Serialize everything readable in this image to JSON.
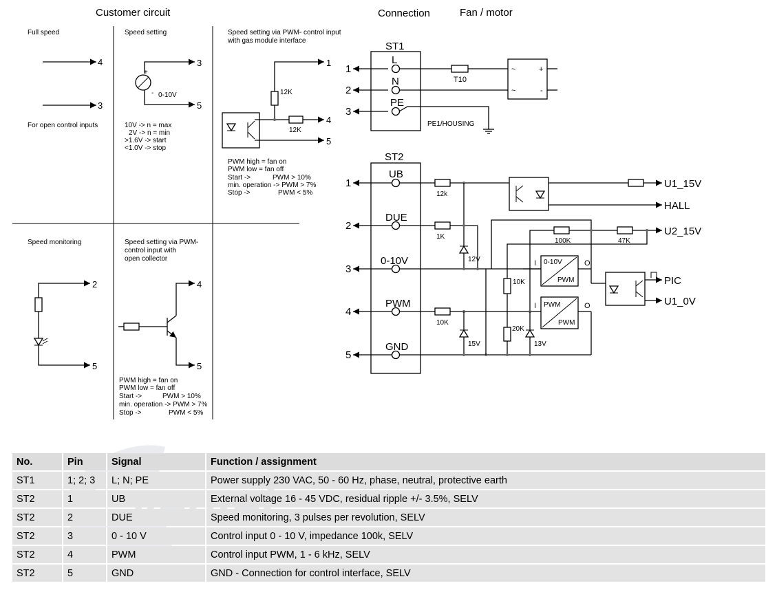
{
  "headings": {
    "customer_circuit": "Customer circuit",
    "connection": "Connection",
    "fan_motor": "Fan / motor"
  },
  "customer": {
    "full_speed": {
      "title": "Full speed",
      "note": "For open control inputs",
      "pins": [
        "4",
        "3"
      ]
    },
    "speed_setting": {
      "title": "Speed setting",
      "pot_label": "0-10V",
      "plus": "+",
      "minus": "-",
      "pins": [
        "3",
        "5"
      ],
      "notes": [
        "10V -> n = max",
        "2V -> n = min",
        ">1.6V ->  start",
        "<1.0V ->  stop"
      ]
    },
    "pwm_gas": {
      "title_lines": [
        "Speed setting via PWM- control input",
        "with gas module interface"
      ],
      "r1": "12K",
      "r2": "12K",
      "pins": [
        "1",
        "4",
        "5"
      ],
      "notes": [
        {
          "label": "PWM high = fan on",
          "value": ""
        },
        {
          "label": "PWM low  = fan off",
          "value": ""
        },
        {
          "label": "Start ->",
          "value": "PWM > 10%"
        },
        {
          "label": "min. operation -> PWM > 7%",
          "value": ""
        },
        {
          "label": "Stop ->",
          "value": "PWM < 5%"
        }
      ]
    },
    "speed_monitoring": {
      "title": "Speed monitoring",
      "pins": [
        "2",
        "5"
      ]
    },
    "pwm_oc": {
      "title_lines": [
        "Speed setting via PWM-",
        "control input with",
        "open collector"
      ],
      "pins": [
        "4",
        "5"
      ],
      "notes": [
        {
          "label": "PWM high = fan on",
          "value": ""
        },
        {
          "label": "PWM low  = fan off",
          "value": ""
        },
        {
          "label": "Start ->",
          "value": "PWM > 10%"
        },
        {
          "label": "min. operation -> PWM > 7%",
          "value": ""
        },
        {
          "label": "Stop ->",
          "value": "PWM < 5%"
        }
      ]
    }
  },
  "st1": {
    "title": "ST1",
    "pin_numbers": [
      "1",
      "2",
      "3"
    ],
    "pins": [
      "L",
      "N",
      "PE"
    ],
    "fuse": "T10",
    "housing": "PE1/HOUSING",
    "rect_marks": [
      "~",
      "+",
      "~",
      "-"
    ]
  },
  "st2": {
    "title": "ST2",
    "pin_numbers": [
      "1",
      "2",
      "3",
      "4",
      "5"
    ],
    "pins": [
      "UB",
      "DUE",
      "0-10V",
      "PWM",
      "GND"
    ],
    "components": {
      "r_ub": "12k",
      "r_due": "1K",
      "z_due": "12V",
      "r_pwm": "10K",
      "z_pwm": "15V",
      "r_100k": "100K",
      "r_47k": "47K",
      "r_10k": "10K",
      "r_20k": "20K",
      "z_13v": "13V"
    },
    "conv1": {
      "top": "0-10V",
      "bottom": "PWM",
      "in": "I",
      "out": "O"
    },
    "conv2": {
      "top": "PWM",
      "bottom": "PWM",
      "in": "I",
      "out": "O"
    },
    "outputs": [
      "U1_15V",
      "HALL",
      "U2_15V",
      "PIC",
      "U1_0V"
    ]
  },
  "watermark": "ventel",
  "table": {
    "headers": [
      "No.",
      "Pin",
      "Signal",
      "Function / assignment"
    ],
    "rows": [
      [
        "ST1",
        "1; 2; 3",
        "L; N; PE",
        "Power supply 230 VAC, 50 - 60 Hz, phase, neutral, protective earth"
      ],
      [
        "ST2",
        "1",
        "UB",
        "External voltage 16 - 45 VDC, residual ripple +/- 3.5%, SELV"
      ],
      [
        "ST2",
        "2",
        "DUE",
        "Speed monitoring, 3 pulses per revolution, SELV"
      ],
      [
        "ST2",
        "3",
        "0 - 10 V",
        "Control input 0 - 10 V, impedance 100k, SELV"
      ],
      [
        "ST2",
        "4",
        "PWM",
        "Control input PWM, 1 - 6 kHz, SELV"
      ],
      [
        "ST2",
        "5",
        "GND",
        "GND - Connection for control interface, SELV"
      ]
    ]
  }
}
